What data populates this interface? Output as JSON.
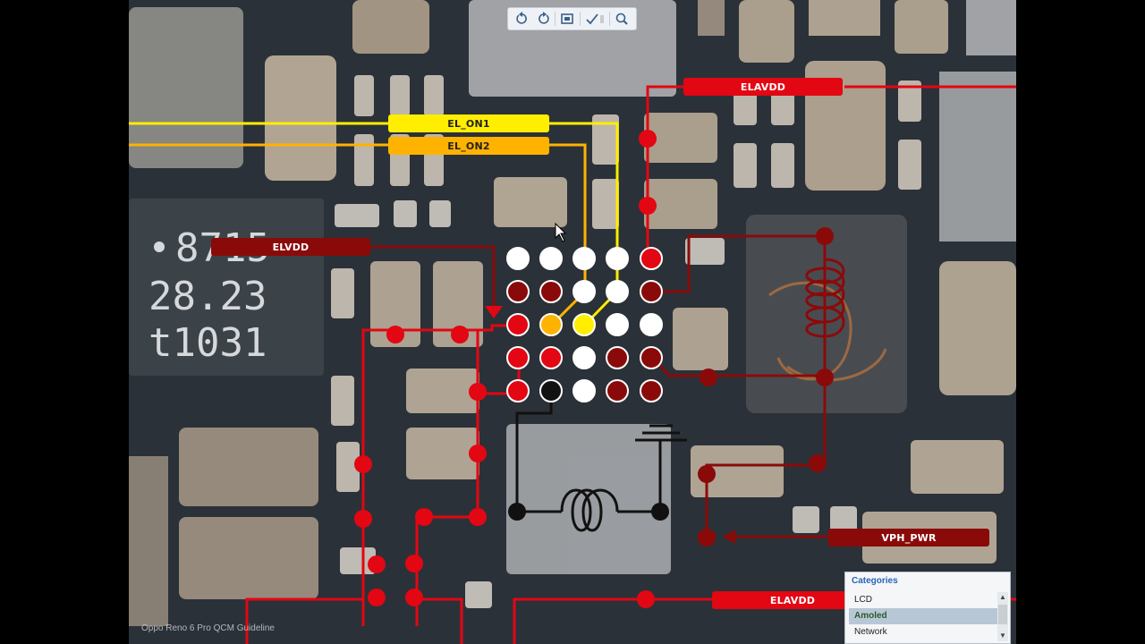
{
  "toolbar": {
    "buttons": [
      {
        "name": "rotate-left-button",
        "icon": "rotate-left-icon"
      },
      {
        "name": "rotate-right-button",
        "icon": "rotate-right-icon"
      },
      {
        "name": "fit-screen-button",
        "icon": "fit-screen-icon"
      },
      {
        "name": "draw-tool-button",
        "icon": "pen-check-icon"
      },
      {
        "name": "zoom-button",
        "icon": "magnifier-icon"
      }
    ]
  },
  "board": {
    "chip_marking": [
      "8715",
      "28.23",
      "t1031"
    ]
  },
  "labels": {
    "elavdd_top": "ELAVDD",
    "el_on1": "EL_ON1",
    "el_on2": "EL_ON2",
    "elvdd": "ELVDD",
    "vph_pwr": "VPH_PWR",
    "elavdd_bottom": "ELAVDD"
  },
  "colors": {
    "red": "#e30613",
    "dark_red": "#8a0a0a",
    "yellow": "#ffee00",
    "orange": "#ffb300",
    "ground": "#111111"
  },
  "footer": {
    "watermark": "Oppo Reno 6 Pro QCM Guideline"
  },
  "categories": {
    "title": "Categories",
    "items": [
      "LCD",
      "Amoled",
      "Network"
    ],
    "selected": "Amoled"
  }
}
